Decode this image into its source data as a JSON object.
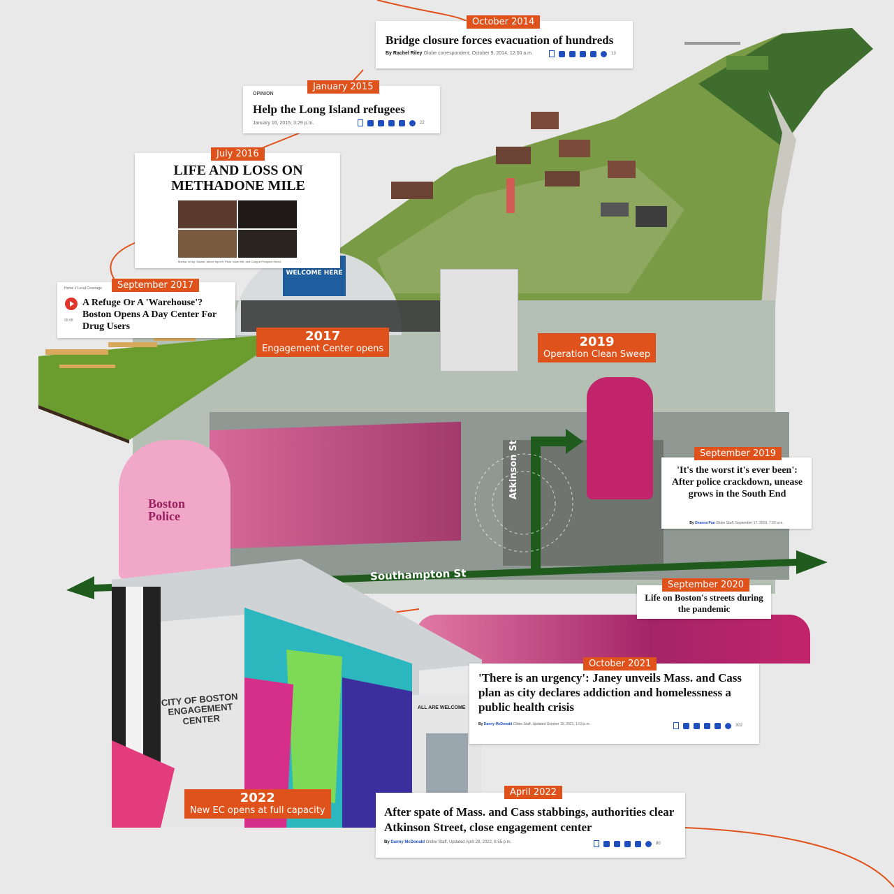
{
  "timeline": [
    {
      "date": "October 2014",
      "headline": "Bridge closure forces evacuation of hundreds",
      "author": "Rachel Riley",
      "meta": "Globe correspondent, October 9, 2014, 12:00 a.m.",
      "comments": "13"
    },
    {
      "date": "January 2015",
      "section": "OPINION",
      "headline": "Help the Long Island refugees",
      "meta": "January 16, 2015, 3:29 p.m.",
      "comments": "22"
    },
    {
      "date": "July 2016",
      "headline": "LIFE AND LOSS ON METHADONE MILE",
      "caption": "Marisa, at top, Moose, above top left, Pluto, lower left, and Craig at Prospect Street."
    },
    {
      "date": "September 2017",
      "breadcrumb": "Home // Local Coverage",
      "headline": "A Refuge Or A 'Warehouse'? Boston Opens A Day Center For Drug Users",
      "meta": "05:08"
    },
    {
      "date": "September 2019",
      "headline": "'It's the worst it's ever been': After police crackdown, unease grows in the South End",
      "author": "Deanna Pan",
      "meta": "Globe Staff, September 17, 2019, 7:33 a.m."
    },
    {
      "date": "September 2020",
      "headline": "Life on Boston's streets during the pandemic"
    },
    {
      "date": "October 2021",
      "headline": "'There is an urgency': Janey unveils Mass. and Cass plan as city declares addiction and homelessness a public health crisis",
      "author": "Danny McDonald",
      "meta": "Globe Staff, Updated October 19, 2021, 1:03 p.m.",
      "comments": "302"
    },
    {
      "date": "April 2022",
      "headline": "After spate of Mass. and Cass stabbings, authorities clear Atkinson Street, close engagement center",
      "author": "Danny McDonald",
      "meta": "Globe Staff, Updated April 28, 2022, 6:55 p.m.",
      "comments": "80"
    }
  ],
  "milestones": [
    {
      "year": "2017",
      "label": "Engagement Center opens"
    },
    {
      "year": "2019",
      "label": "Operation Clean Sweep"
    },
    {
      "year": "2022",
      "label": "New EC opens at full capacity"
    }
  ],
  "streets": {
    "horizontal": "Southampton St",
    "vertical": "Atkinson St"
  },
  "signs": {
    "tent_banner": "EVERYONE IS WELCOME HERE",
    "jacket": "Boston Police",
    "building_name": "CITY OF BOSTON ENGAGEMENT CENTER",
    "door_sign": "ALL ARE WELCOME"
  },
  "byline_prefix": "By",
  "colors": {
    "accent": "#e0521b",
    "street": "#1e5b1c",
    "duotone": "#c2246b",
    "link": "#1f4fbf"
  }
}
